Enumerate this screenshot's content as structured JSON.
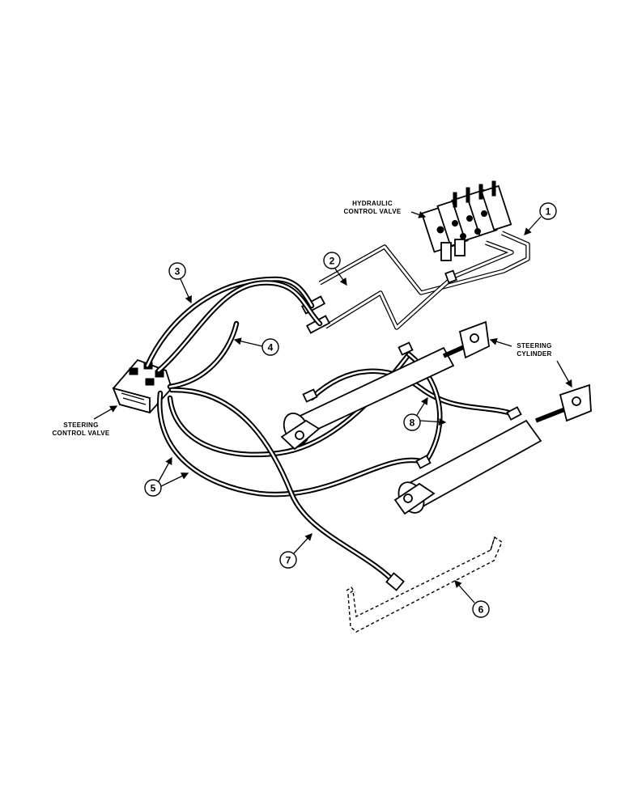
{
  "labels": {
    "hydraulic_control_valve": [
      "HYDRAULIC",
      "CONTROL VALVE"
    ],
    "steering_cylinder": [
      "STEERING",
      "CYLINDER"
    ],
    "steering_control_valve": [
      "STEERING",
      "CONTROL VALVE"
    ]
  },
  "callouts": {
    "c1": "1",
    "c2": "2",
    "c3": "3",
    "c4": "4",
    "c5": "5",
    "c6": "6",
    "c7": "7",
    "c8": "8"
  }
}
